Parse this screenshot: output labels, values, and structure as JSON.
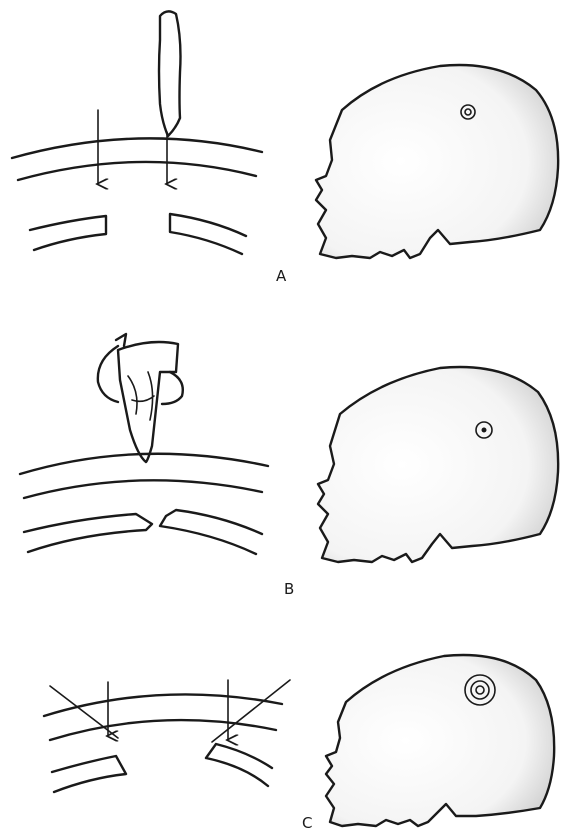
{
  "panels": [
    {
      "label": "A"
    },
    {
      "label": "B"
    },
    {
      "label": "C"
    }
  ],
  "colors": {
    "ink": "#1a1a1a",
    "paper": "#ffffff",
    "skull_shade": "#c9c9c9"
  },
  "icons": {
    "knife": "pointed-blade-icon",
    "rotating_drill": "rotating-drill-bit-icon",
    "arrow": "down-arrow-icon"
  }
}
